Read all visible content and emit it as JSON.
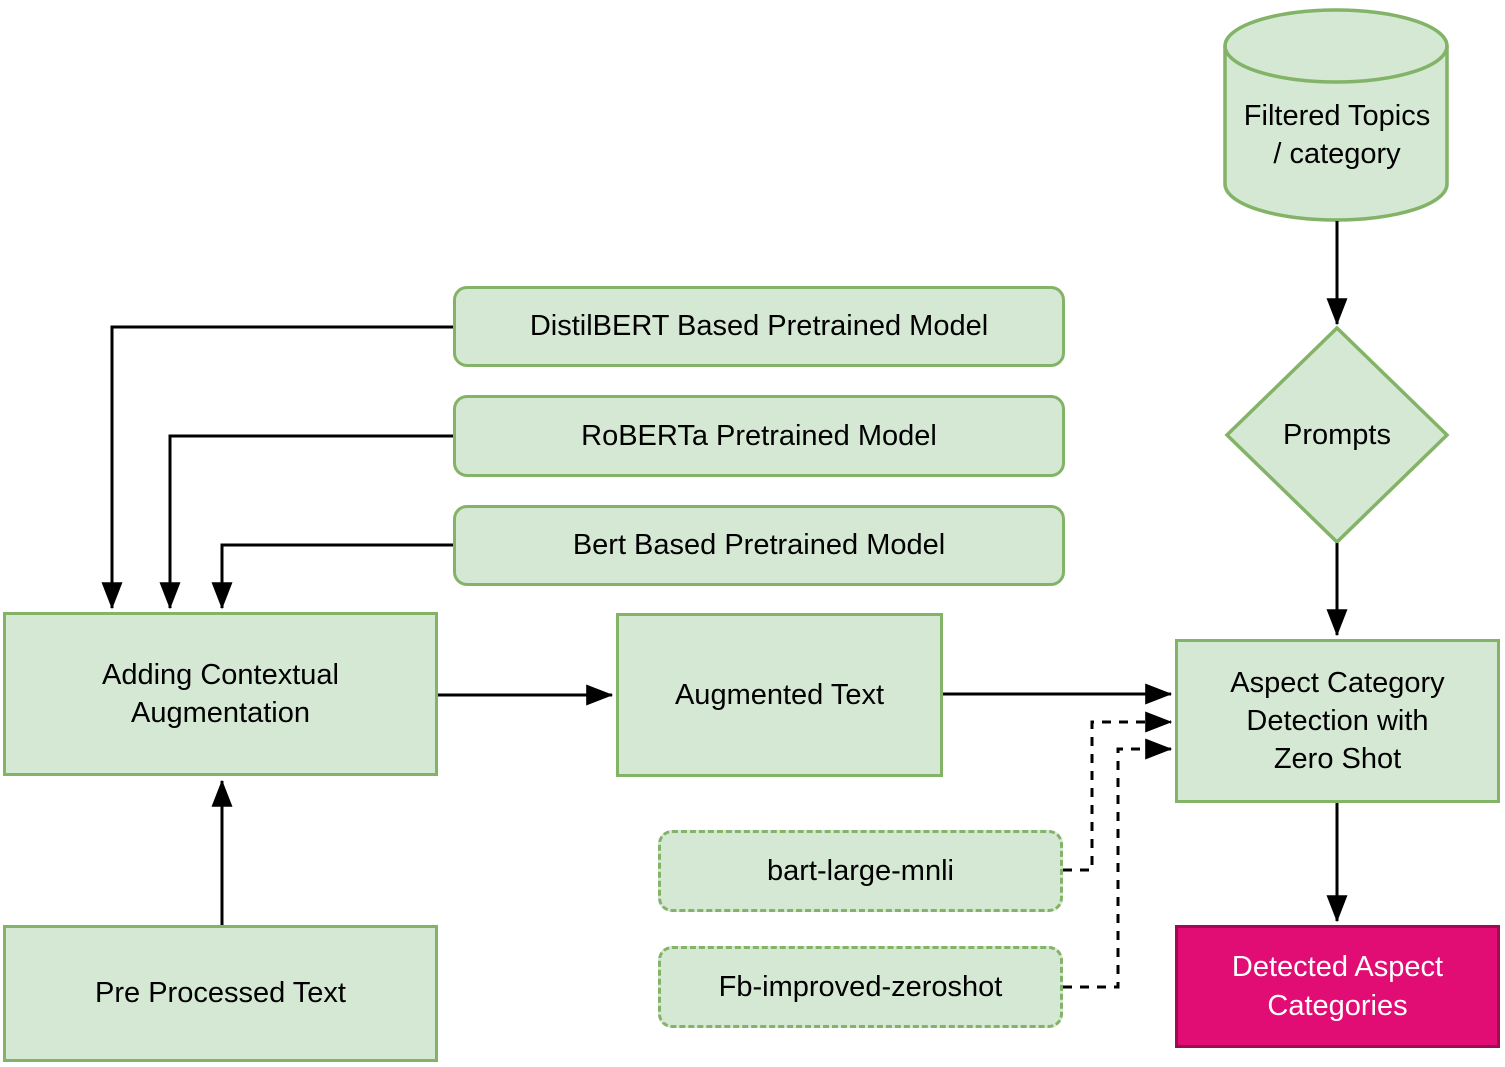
{
  "diagram": {
    "title": "Aspect category detection pipeline flowchart",
    "colors": {
      "node_fill_green": "#d5e8d4",
      "node_stroke_green": "#82b366",
      "result_fill_magenta": "#e20d74",
      "result_stroke_magenta": "#9c0b54",
      "edge_black": "#000000",
      "text_dark": "#000000",
      "text_light": "#ffffff"
    },
    "nodes": {
      "filtered_topics": {
        "label": "Filtered Topics\n/ category",
        "shape": "cylinder"
      },
      "prompts": {
        "label": "Prompts",
        "shape": "diamond"
      },
      "distilbert": {
        "label": "DistilBERT Based Pretrained Model",
        "shape": "rounded"
      },
      "roberta": {
        "label": "RoBERTa Pretrained Model",
        "shape": "rounded"
      },
      "bert": {
        "label": "Bert Based Pretrained Model",
        "shape": "rounded"
      },
      "adding_contextual": {
        "label": "Adding Contextual\nAugmentation",
        "shape": "rect"
      },
      "pre_processed": {
        "label": "Pre Processed Text",
        "shape": "rect"
      },
      "augmented": {
        "label": "Augmented Text",
        "shape": "rect"
      },
      "aspect_detection": {
        "label": "Aspect Category\nDetection with\nZero Shot",
        "shape": "rect"
      },
      "bart_large_mnli": {
        "label": "bart-large-mnli",
        "shape": "rounded-dashed"
      },
      "fb_improved_zeroshot": {
        "label": "Fb-improved-zeroshot",
        "shape": "rounded-dashed"
      },
      "detected_aspect": {
        "label": "Detected Aspect\nCategories",
        "shape": "rect-magenta"
      }
    },
    "edges": [
      {
        "from": "filtered_topics",
        "to": "prompts",
        "style": "solid-arrow"
      },
      {
        "from": "prompts",
        "to": "aspect_detection",
        "style": "solid-arrow"
      },
      {
        "from": "distilbert",
        "to": "adding_contextual",
        "style": "solid-arrow"
      },
      {
        "from": "roberta",
        "to": "adding_contextual",
        "style": "solid-arrow"
      },
      {
        "from": "bert",
        "to": "adding_contextual",
        "style": "solid-arrow"
      },
      {
        "from": "pre_processed",
        "to": "adding_contextual",
        "style": "solid-arrow"
      },
      {
        "from": "adding_contextual",
        "to": "augmented",
        "style": "solid-arrow"
      },
      {
        "from": "augmented",
        "to": "aspect_detection",
        "style": "solid-arrow"
      },
      {
        "from": "bart_large_mnli",
        "to": "aspect_detection",
        "style": "dashed-arrow"
      },
      {
        "from": "fb_improved_zeroshot",
        "to": "aspect_detection",
        "style": "dashed-arrow"
      },
      {
        "from": "aspect_detection",
        "to": "detected_aspect",
        "style": "solid-arrow"
      }
    ]
  }
}
